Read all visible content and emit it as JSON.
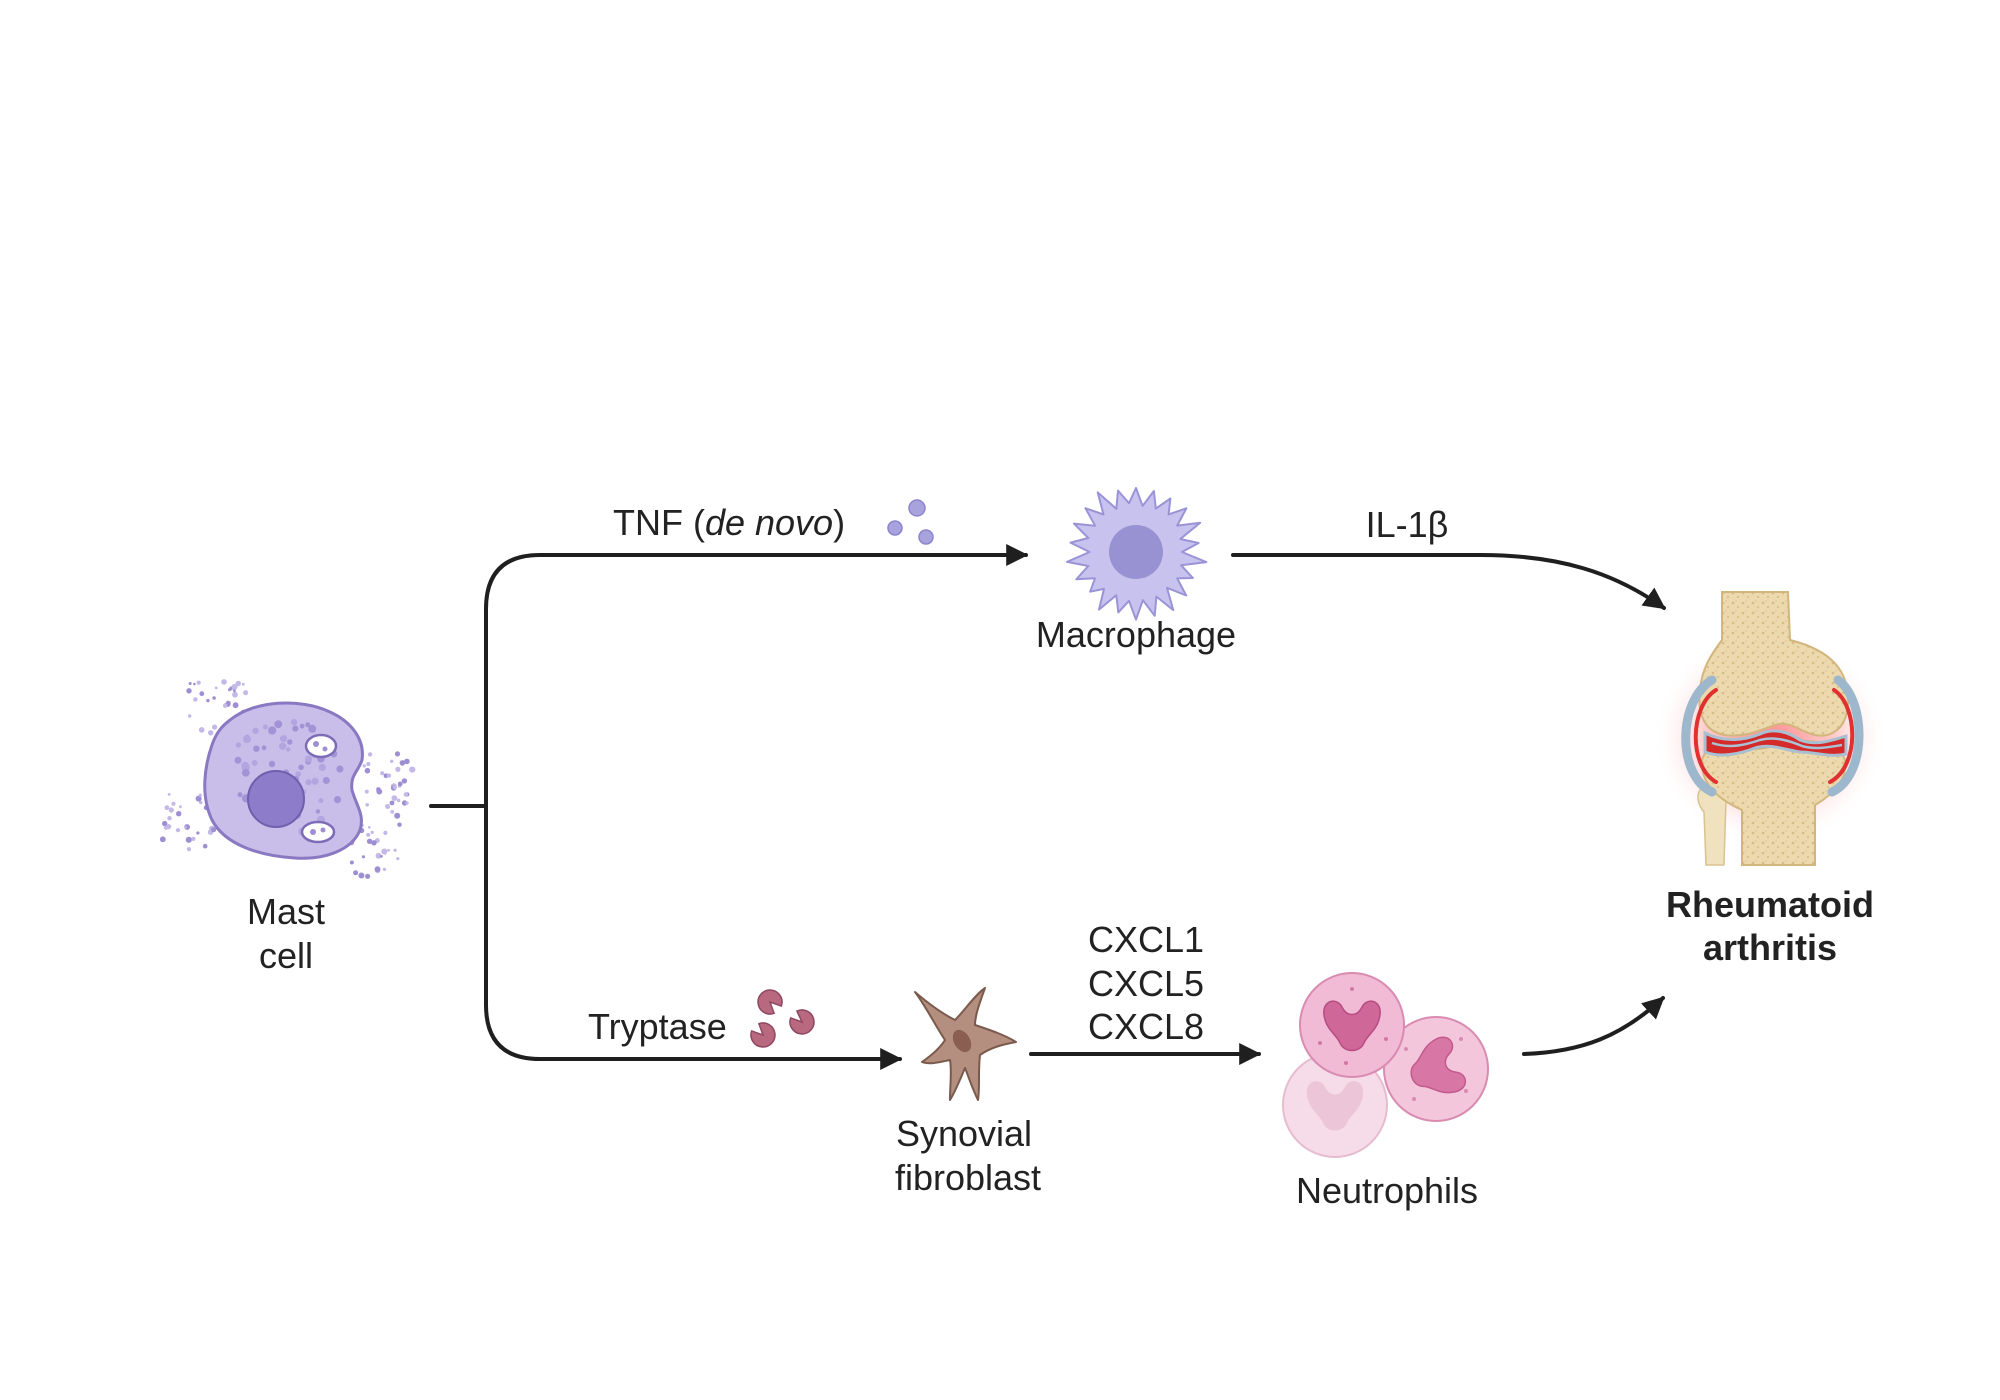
{
  "nodes": {
    "mast_cell": {
      "line1": "Mast",
      "line2": "cell"
    },
    "macrophage": {
      "label": "Macrophage"
    },
    "synovial_fibroblast": {
      "line1": "Synovial",
      "line2": "fibroblast"
    },
    "neutrophils": {
      "label": "Neutrophils"
    },
    "outcome": {
      "line1": "Rheumatoid",
      "line2": "arthritis"
    }
  },
  "edges": {
    "tnf": {
      "prefix": "TNF (",
      "italic": "de novo",
      "suffix": ")"
    },
    "tryptase": {
      "label": "Tryptase"
    },
    "il1b": {
      "label": "IL-1β"
    },
    "chemokines": [
      "CXCL1",
      "CXCL5",
      "CXCL8"
    ]
  },
  "colors": {
    "tnf_text": "#7b62b6",
    "tryptase_text": "#b5647f",
    "outcome_text": "#c62a2a",
    "arrow": "#1f1f1f"
  },
  "icons": {
    "mast_cell": "mast-cell-icon",
    "macrophage": "macrophage-icon",
    "fibroblast": "fibroblast-icon",
    "neutrophils": "neutrophils-icon",
    "joint": "inflamed-knee-joint-icon",
    "tnf_molecules": "tnf-molecules-icon",
    "tryptase_molecules": "tryptase-molecules-icon"
  }
}
